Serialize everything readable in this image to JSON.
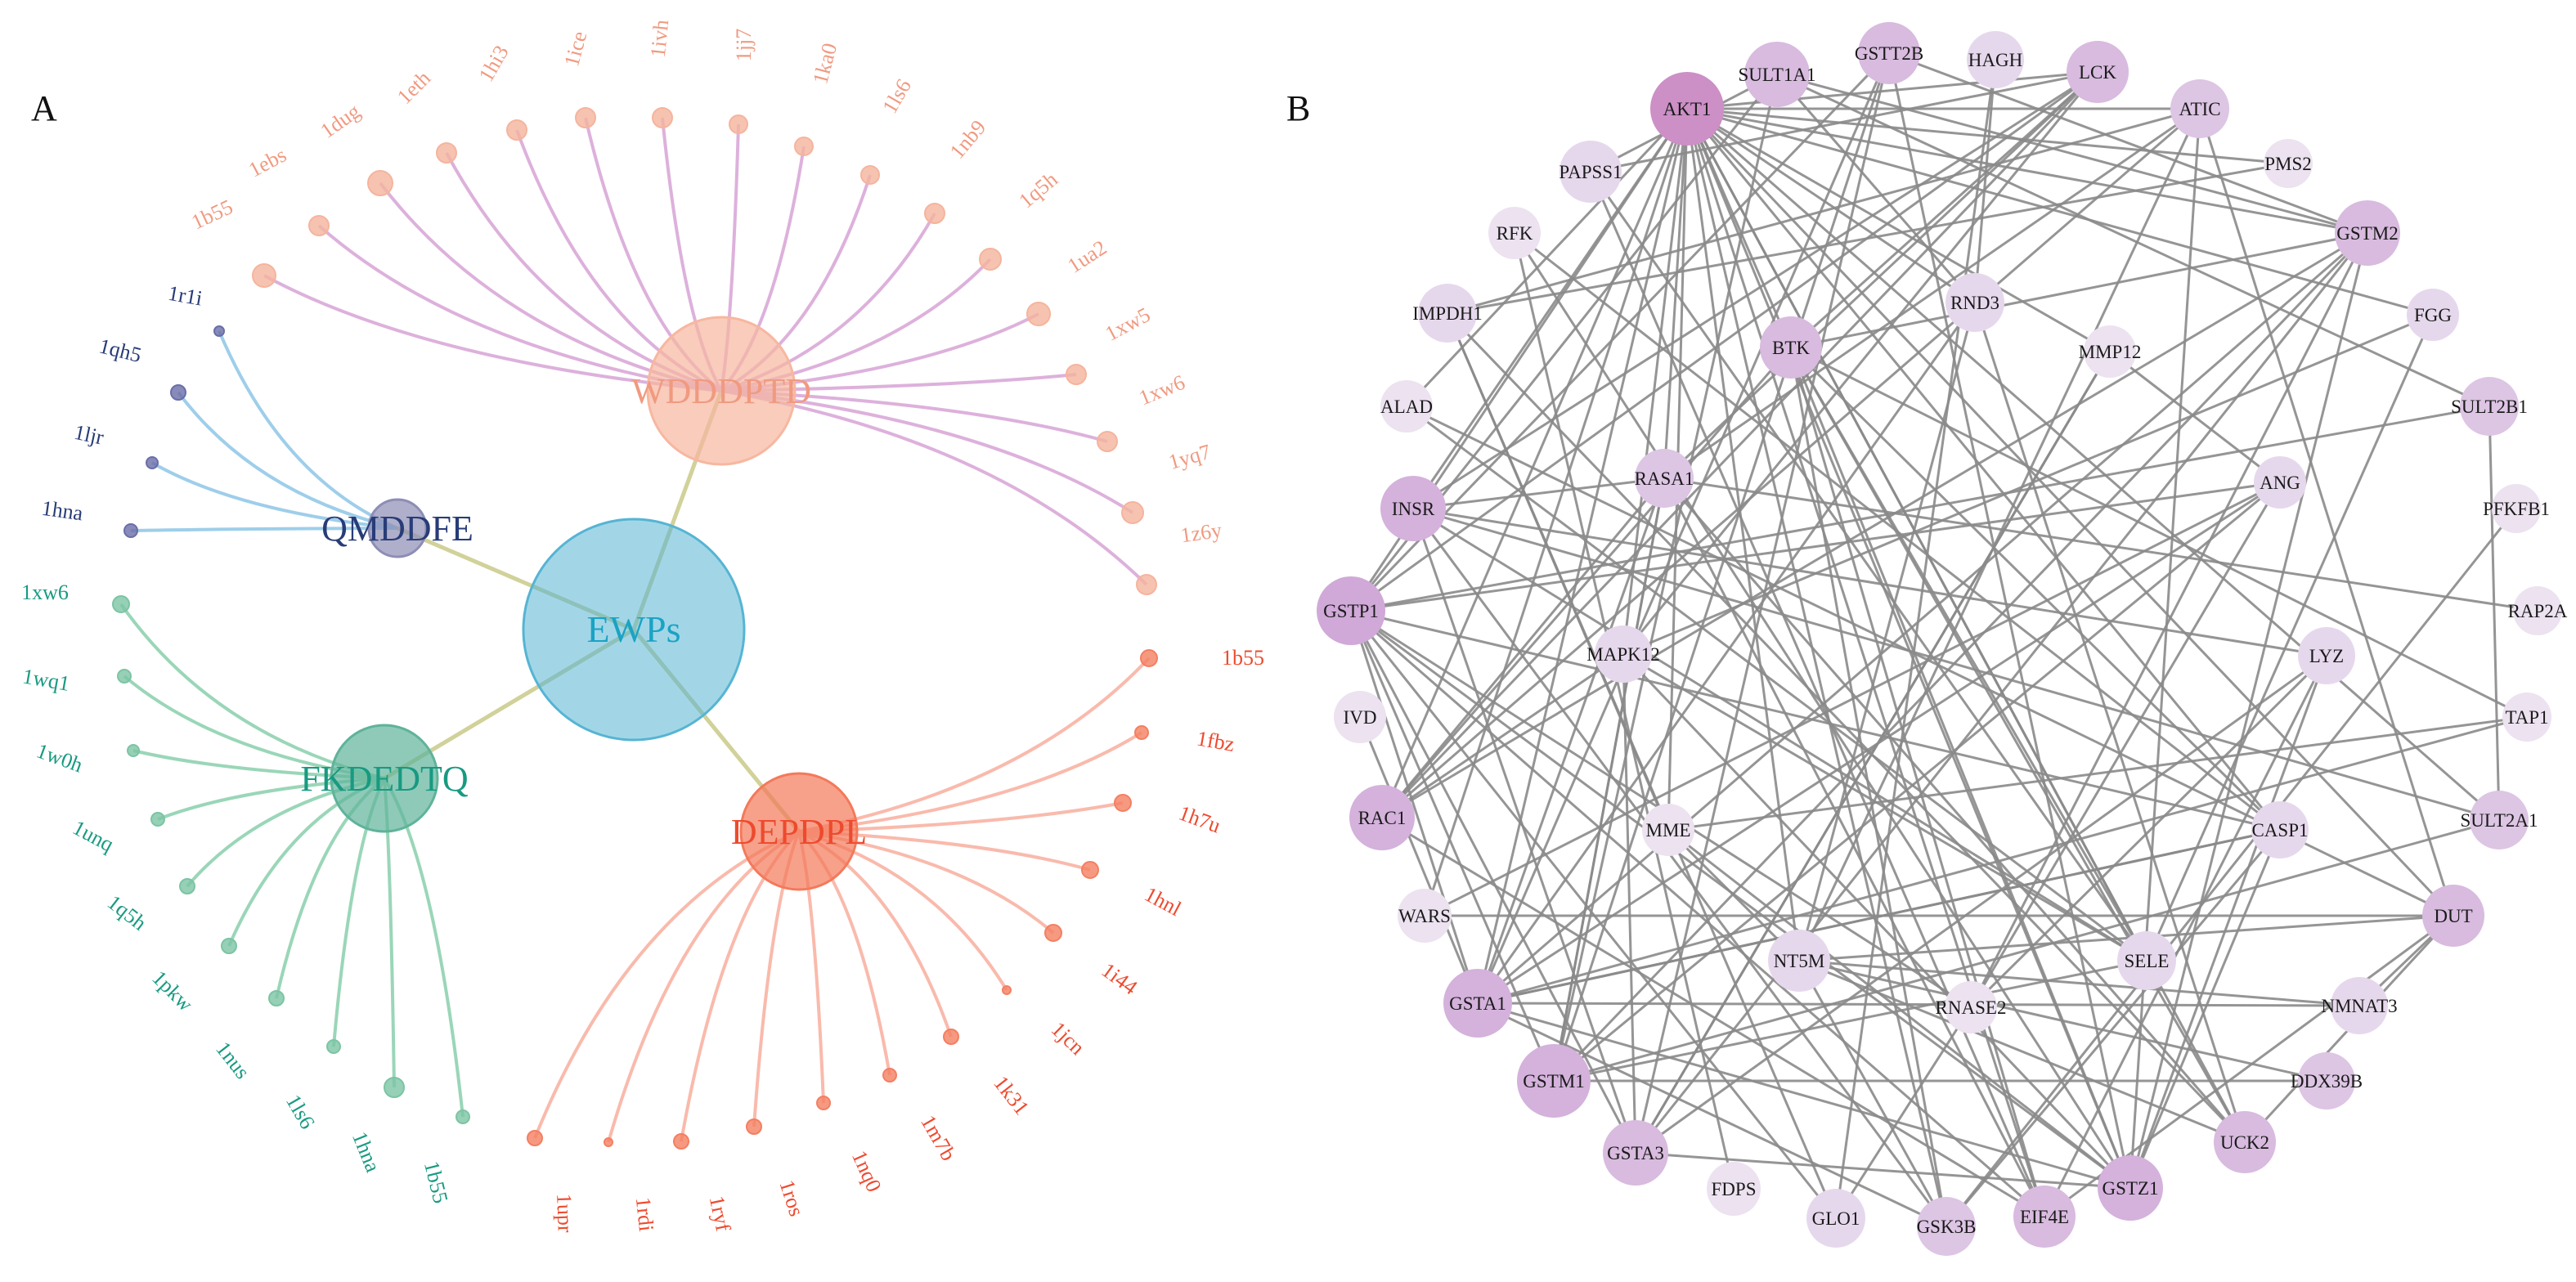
{
  "panel_a": {
    "label": "A",
    "center": {
      "label": "EWPs",
      "color": "#56b4d3",
      "text_color": "#1aa3c4"
    },
    "groups": [
      {
        "id": "wdddptd",
        "label": "WDDDPTD",
        "hub_color": "#f7b7a0",
        "leaf_color": "#f5b49d",
        "edge_color": "#d9a8d8",
        "label_color": "#f09a80",
        "leaves": [
          "1b55",
          "1ebs",
          "1dug",
          "1eth",
          "1hi3",
          "1ice",
          "1ivh",
          "1jj7",
          "1ka0",
          "1ls6",
          "1nb9",
          "1q5h",
          "1ua2",
          "1xw5",
          "1xw6",
          "1yq7",
          "1z6y"
        ]
      },
      {
        "id": "qmddfe",
        "label": "QMDDFE",
        "hub_color": "#8d8db5",
        "leaf_color": "#6a6ea8",
        "edge_color": "#93c9e8",
        "label_color": "#283c78",
        "leaves": [
          "1r1i",
          "1qh5",
          "1ljr",
          "1hna"
        ]
      },
      {
        "id": "fkdedtq",
        "label": "FKDEDTQ",
        "hub_color": "#5fb39a",
        "leaf_color": "#7cc4a4",
        "edge_color": "#8fd1b0",
        "label_color": "#189a82",
        "leaves": [
          "1xw6",
          "1wq1",
          "1w0h",
          "1unq",
          "1q5h",
          "1pkw",
          "1nus",
          "1ls6",
          "1hna",
          "1b55"
        ]
      },
      {
        "id": "depdpl",
        "label": "DEPDPL",
        "hub_color": "#f4795a",
        "leaf_color": "#f47f62",
        "edge_color": "#f8b3a3",
        "label_color": "#ee4a2e",
        "leaves": [
          "1b55",
          "1fbz",
          "1h7u",
          "1hnl",
          "1i44",
          "1jcn",
          "1k31",
          "1m7b",
          "1nq0",
          "1ros",
          "1ryf",
          "1rdi",
          "1upr"
        ]
      }
    ],
    "hub_edge_color": "#d1d19a"
  },
  "panel_b": {
    "label": "B",
    "node_color": "#dcc6e4",
    "edge_color": "#8a8a8a",
    "nodes": [
      {
        "name": "AKT1",
        "color": "#cc8fc6"
      },
      {
        "name": "SULT1A1",
        "color": "#d8bbdf"
      },
      {
        "name": "GSTT2B",
        "color": "#d8bbdf"
      },
      {
        "name": "HAGH",
        "color": "#e6d8ec"
      },
      {
        "name": "LCK",
        "color": "#d8bbdf"
      },
      {
        "name": "ATIC",
        "color": "#ddc5e4"
      },
      {
        "name": "PMS2",
        "color": "#ece2f0"
      },
      {
        "name": "GSTM2",
        "color": "#d8bbdf"
      },
      {
        "name": "FGG",
        "color": "#e6d8ec"
      },
      {
        "name": "SULT2B1",
        "color": "#ddc5e4"
      },
      {
        "name": "PFKFB1",
        "color": "#ece2f0"
      },
      {
        "name": "RAP2A",
        "color": "#ece2f0"
      },
      {
        "name": "TAP1",
        "color": "#ece2f0"
      },
      {
        "name": "SULT2A1",
        "color": "#ddc5e4"
      },
      {
        "name": "DUT",
        "color": "#d8bbdf"
      },
      {
        "name": "NMNAT3",
        "color": "#e6d8ec"
      },
      {
        "name": "DDX39B",
        "color": "#ddc5e4"
      },
      {
        "name": "UCK2",
        "color": "#d8bbdf"
      },
      {
        "name": "GSTZ1",
        "color": "#d4b2dc"
      },
      {
        "name": "EIF4E",
        "color": "#d8bbdf"
      },
      {
        "name": "GSK3B",
        "color": "#ddc5e4"
      },
      {
        "name": "GLO1",
        "color": "#e6d8ec"
      },
      {
        "name": "FDPS",
        "color": "#ece2f0"
      },
      {
        "name": "GSTA3",
        "color": "#d8bbdf"
      },
      {
        "name": "GSTM1",
        "color": "#d4b2dc"
      },
      {
        "name": "GSTA1",
        "color": "#d4b2dc"
      },
      {
        "name": "WARS",
        "color": "#ece2f0"
      },
      {
        "name": "RAC1",
        "color": "#d4b2dc"
      },
      {
        "name": "IVD",
        "color": "#ece2f0"
      },
      {
        "name": "GSTP1",
        "color": "#d0a9d8"
      },
      {
        "name": "INSR",
        "color": "#d4b2dc"
      },
      {
        "name": "ALAD",
        "color": "#ece2f0"
      },
      {
        "name": "IMPDH1",
        "color": "#e6d8ec"
      },
      {
        "name": "RFK",
        "color": "#ece2f0"
      },
      {
        "name": "PAPSS1",
        "color": "#e6d8ec"
      },
      {
        "name": "BTK",
        "color": "#d8bbdf"
      },
      {
        "name": "RND3",
        "color": "#e6d8ec"
      },
      {
        "name": "MMP12",
        "color": "#ece2f0"
      },
      {
        "name": "ANG",
        "color": "#e6d8ec"
      },
      {
        "name": "LYZ",
        "color": "#e6d8ec"
      },
      {
        "name": "CASP1",
        "color": "#e6d8ec"
      },
      {
        "name": "SELE",
        "color": "#e6d8ec"
      },
      {
        "name": "RNASE2",
        "color": "#ece2f0"
      },
      {
        "name": "NT5M",
        "color": "#e6d8ec"
      },
      {
        "name": "MME",
        "color": "#ece2f0"
      },
      {
        "name": "MAPK12",
        "color": "#e6d8ec"
      },
      {
        "name": "RASA1",
        "color": "#ddc5e4"
      }
    ],
    "edges": [
      [
        "AKT1",
        "RND3"
      ],
      [
        "AKT1",
        "BTK"
      ],
      [
        "AKT1",
        "GSTM2"
      ],
      [
        "AKT1",
        "PMS2"
      ],
      [
        "AKT1",
        "RASA1"
      ],
      [
        "AKT1",
        "MAPK12"
      ],
      [
        "AKT1",
        "RAC1"
      ],
      [
        "AKT1",
        "GSTP1"
      ],
      [
        "AKT1",
        "INSR"
      ],
      [
        "AKT1",
        "MME"
      ],
      [
        "AKT1",
        "NT5M"
      ],
      [
        "AKT1",
        "SELE"
      ],
      [
        "AKT1",
        "CASP1"
      ],
      [
        "AKT1",
        "GSK3B"
      ],
      [
        "AKT1",
        "EIF4E"
      ],
      [
        "AKT1",
        "GSTZ1"
      ],
      [
        "AKT1",
        "SULT2A1"
      ],
      [
        "AKT1",
        "DUT"
      ],
      [
        "AKT1",
        "UCK2"
      ],
      [
        "AKT1",
        "LCK"
      ],
      [
        "AKT1",
        "ATIC"
      ],
      [
        "AKT1",
        "GSTA1"
      ],
      [
        "AKT1",
        "WARS"
      ],
      [
        "AKT1",
        "ALAD"
      ],
      [
        "AKT1",
        "FGG"
      ],
      [
        "AKT1",
        "MMP12"
      ],
      [
        "SULT1A1",
        "GSTM2"
      ],
      [
        "SULT1A1",
        "SULT2B1"
      ],
      [
        "SULT1A1",
        "GSTP1"
      ],
      [
        "SULT1A1",
        "PAPSS1"
      ],
      [
        "SULT1A1",
        "RND3"
      ],
      [
        "SULT1A1",
        "GSTM1"
      ],
      [
        "GSTT2B",
        "GSTM1"
      ],
      [
        "GSTT2B",
        "GSTZ1"
      ],
      [
        "GSTT2B",
        "GSTA3"
      ],
      [
        "GSTT2B",
        "GSTM2"
      ],
      [
        "GSTT2B",
        "GSTA1"
      ],
      [
        "GSTT2B",
        "GSTP1"
      ],
      [
        "HAGH",
        "GLO1"
      ],
      [
        "HAGH",
        "RND3"
      ],
      [
        "LCK",
        "RAC1"
      ],
      [
        "LCK",
        "BTK"
      ],
      [
        "LCK",
        "RASA1"
      ],
      [
        "LCK",
        "INSR"
      ],
      [
        "LCK",
        "GSTP1"
      ],
      [
        "LCK",
        "MAPK12"
      ],
      [
        "LCK",
        "PAPSS1"
      ],
      [
        "ATIC",
        "IMPDH1"
      ],
      [
        "ATIC",
        "NT5M"
      ],
      [
        "ATIC",
        "DUT"
      ],
      [
        "ATIC",
        "GSTZ1"
      ],
      [
        "ATIC",
        "RASA1"
      ],
      [
        "PMS2",
        "IMPDH1"
      ],
      [
        "GSTM2",
        "GSTA1"
      ],
      [
        "GSTM2",
        "GSTM1"
      ],
      [
        "GSTM2",
        "GSTA3"
      ],
      [
        "GSTM2",
        "GSTZ1"
      ],
      [
        "GSTM2",
        "RNASE2"
      ],
      [
        "GSTM2",
        "BTK"
      ],
      [
        "FGG",
        "SELE"
      ],
      [
        "FGG",
        "MAPK12"
      ],
      [
        "SULT2B1",
        "SULT2A1"
      ],
      [
        "SULT2B1",
        "GSTP1"
      ],
      [
        "PFKFB1",
        "GSK3B"
      ],
      [
        "RAP2A",
        "RASA1"
      ],
      [
        "TAP1",
        "MME"
      ],
      [
        "TAP1",
        "GSTA1"
      ],
      [
        "SULT2A1",
        "GSTM1"
      ],
      [
        "SULT2A1",
        "INSR"
      ],
      [
        "DUT",
        "NT5M"
      ],
      [
        "DUT",
        "WARS"
      ],
      [
        "DUT",
        "UCK2"
      ],
      [
        "DUT",
        "NMNAT3"
      ],
      [
        "DUT",
        "EIF4E"
      ],
      [
        "NMNAT3",
        "NT5M"
      ],
      [
        "NMNAT3",
        "GSTA1"
      ],
      [
        "DDX39B",
        "GSTM1"
      ],
      [
        "DDX39B",
        "NT5M"
      ],
      [
        "UCK2",
        "NT5M"
      ],
      [
        "UCK2",
        "RASA1"
      ],
      [
        "UCK2",
        "IMPDH1"
      ],
      [
        "GSTZ1",
        "GSTA1"
      ],
      [
        "GSTZ1",
        "GSTP1"
      ],
      [
        "GSTZ1",
        "GSTA3"
      ],
      [
        "GSTZ1",
        "CASP1"
      ],
      [
        "GSTZ1",
        "LYZ"
      ],
      [
        "EIF4E",
        "BTK"
      ],
      [
        "EIF4E",
        "GSTP1"
      ],
      [
        "EIF4E",
        "RAC1"
      ],
      [
        "EIF4E",
        "LYZ"
      ],
      [
        "GSK3B",
        "BTK"
      ],
      [
        "GSK3B",
        "NT5M"
      ],
      [
        "GSK3B",
        "INSR"
      ],
      [
        "GSK3B",
        "GSTA1"
      ],
      [
        "GLO1",
        "IMPDH1"
      ],
      [
        "GLO1",
        "GSTP1"
      ],
      [
        "GLO1",
        "RNASE2"
      ],
      [
        "FDPS",
        "RFK"
      ],
      [
        "GSTA3",
        "GSTP1"
      ],
      [
        "GSTA3",
        "MMP12"
      ],
      [
        "GSTM1",
        "GSTP1"
      ],
      [
        "GSTM1",
        "RASA1"
      ],
      [
        "GSTM1",
        "ANG"
      ],
      [
        "GSTA1",
        "GSTP1"
      ],
      [
        "GSTA1",
        "CASP1"
      ],
      [
        "GSTA1",
        "IVD"
      ],
      [
        "WARS",
        "ANG"
      ],
      [
        "RAC1",
        "RASA1"
      ],
      [
        "RAC1",
        "BTK"
      ],
      [
        "RAC1",
        "MAPK12"
      ],
      [
        "RAC1",
        "GSTM2"
      ],
      [
        "RAC1",
        "ATIC"
      ],
      [
        "GSTP1",
        "ANG"
      ],
      [
        "GSTP1",
        "RNASE2"
      ],
      [
        "GSTP1",
        "CASP1"
      ],
      [
        "INSR",
        "RASA1"
      ],
      [
        "INSR",
        "GSTA3"
      ],
      [
        "INSR",
        "SELE"
      ],
      [
        "INSR",
        "LYZ"
      ],
      [
        "ALAD",
        "SELE"
      ],
      [
        "ALAD",
        "DUT"
      ],
      [
        "IMPDH1",
        "MME"
      ],
      [
        "RFK",
        "GSTZ1"
      ],
      [
        "RFK",
        "CASP1"
      ],
      [
        "PAPSS1",
        "SELE"
      ],
      [
        "PAPSS1",
        "EIF4E"
      ],
      [
        "BTK",
        "SELE"
      ],
      [
        "BTK",
        "GSTZ1"
      ],
      [
        "BTK",
        "UCK2"
      ],
      [
        "BTK",
        "CASP1"
      ],
      [
        "BTK",
        "TAP1"
      ],
      [
        "RND3",
        "UCK2"
      ],
      [
        "RND3",
        "GSTA1"
      ],
      [
        "RND3",
        "NT5M"
      ],
      [
        "MMP12",
        "GSTA3"
      ],
      [
        "MMP12",
        "ANG"
      ],
      [
        "ANG",
        "GSTA1"
      ],
      [
        "ANG",
        "RNASE2"
      ],
      [
        "LYZ",
        "RNASE2"
      ],
      [
        "LYZ",
        "GSTA3"
      ],
      [
        "CASP1",
        "GSTA1"
      ],
      [
        "CASP1",
        "GSK3B"
      ],
      [
        "SELE",
        "GSTM1"
      ],
      [
        "SELE",
        "MAPK12"
      ],
      [
        "MME",
        "GSTZ1"
      ],
      [
        "MME",
        "NT5M"
      ],
      [
        "MAPK12",
        "GSTA3"
      ],
      [
        "MAPK12",
        "GSTZ1"
      ],
      [
        "RASA1",
        "GSTA1"
      ],
      [
        "RASA1",
        "GSTM1"
      ],
      [
        "RASA1",
        "EIF4E"
      ]
    ]
  }
}
